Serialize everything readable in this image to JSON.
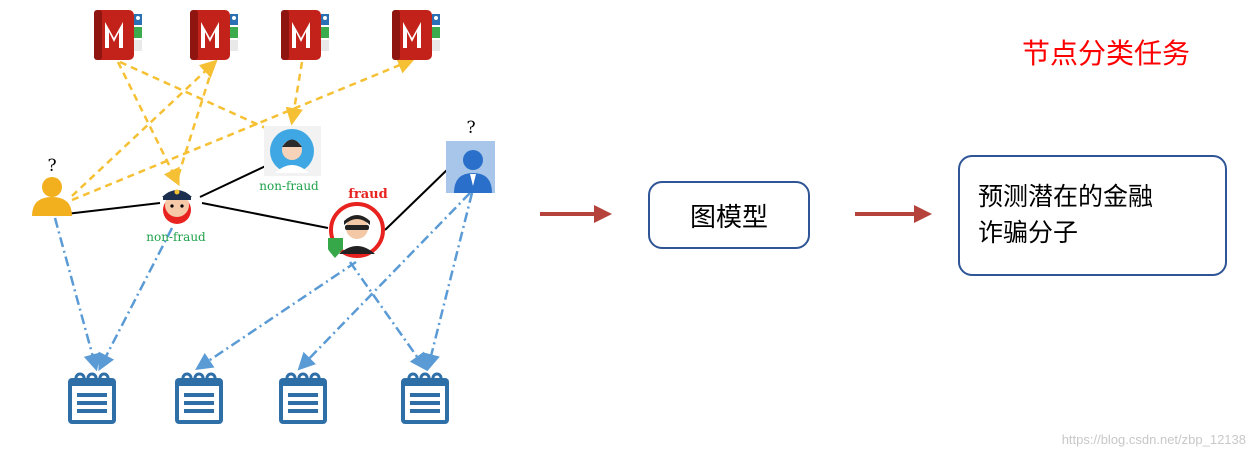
{
  "title": "节点分类任务",
  "labels": {
    "question_left": "?",
    "question_right": "?",
    "nonfraud_doctor": "non-fraud",
    "nonfraud_police": "non-fraud",
    "fraud": "fraud"
  },
  "model_box": {
    "label": "图模型"
  },
  "prediction_box": {
    "line1": "预测潜在的金融",
    "line2": "诈骗分子"
  },
  "watermark": "https://blog.csdn.net/zbp_12138",
  "colors": {
    "fraud": "#e8231f",
    "non_fraud": "#1fa24a",
    "arrow": "#b5433b",
    "yellow_link": "#f5c033",
    "blue_link": "#5b9bd5",
    "box_border": "#2f5597"
  },
  "icons": {
    "contact_books": [
      "contact-book-icon",
      "contact-book-icon",
      "contact-book-icon",
      "contact-book-icon"
    ],
    "users": [
      "unknown-user-icon",
      "police-user-icon",
      "doctor-user-icon",
      "fraudster-user-icon",
      "business-user-icon"
    ],
    "devices": [
      "device-list-icon",
      "device-list-icon",
      "device-list-icon",
      "device-list-icon"
    ]
  }
}
